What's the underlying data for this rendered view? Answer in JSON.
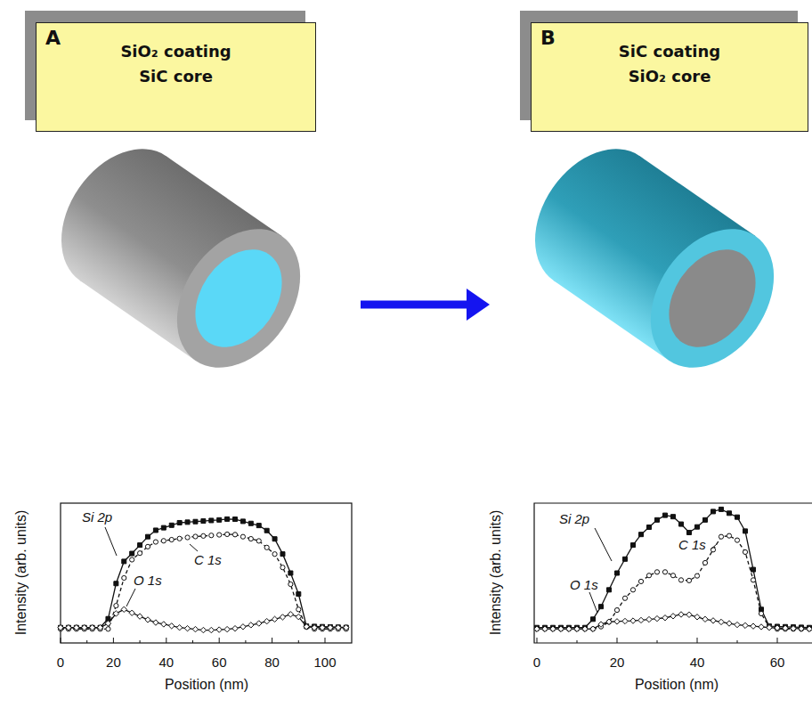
{
  "diagram": {
    "nodes": [
      {
        "text": [
          "A",
          "SiO₂ coating",
          "SiC core"
        ]
      },
      {
        "text": [
          "B",
          "SiC coating",
          "SiO₂ core"
        ]
      }
    ],
    "labels": [
      "Si 2p",
      "C 1s",
      "O 1s",
      "Intensity (arb. units)",
      "0",
      "20",
      "40",
      "60",
      "80",
      "100",
      "Position (nm)",
      "Si 2p",
      "C 1s",
      "O 1s",
      "Intensity (arb. units)",
      "0",
      "20",
      "40",
      "60",
      "Position (nm)"
    ]
  }
}
